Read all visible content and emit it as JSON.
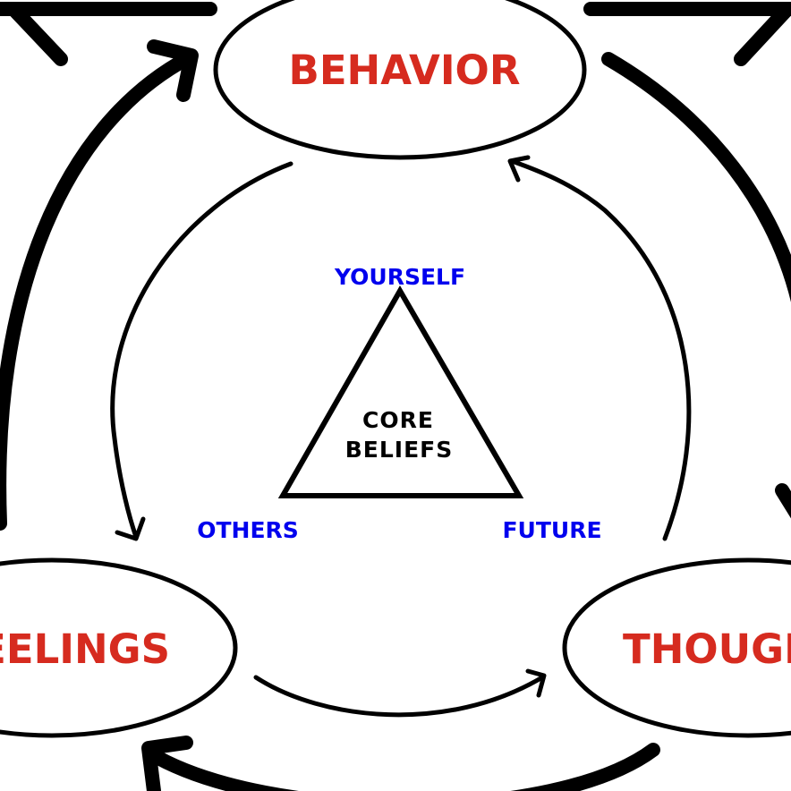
{
  "nodes": {
    "behavior": "BEHAVIOR",
    "feelings": "FEELINGS",
    "thoughts": "THOUGHTS"
  },
  "core": {
    "line1": "CORE",
    "line2": "BELIEFS"
  },
  "vertices": {
    "top": "YOURSELF",
    "left": "OTHERS",
    "right": "FUTURE"
  },
  "colors": {
    "node_text": "#d62b1f",
    "vertex_text": "#0000ee",
    "lines": "#000000"
  }
}
